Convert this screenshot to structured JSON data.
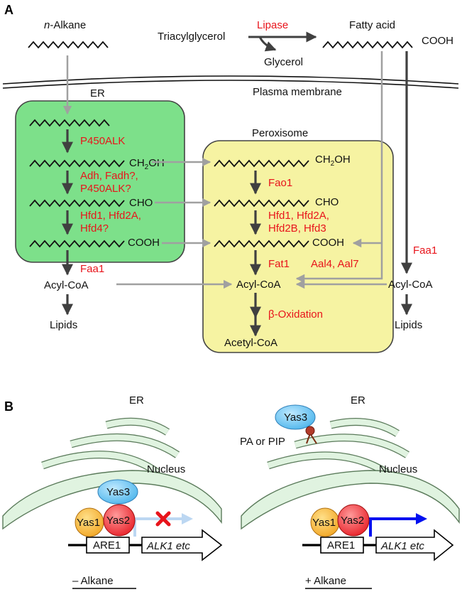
{
  "panel_a": {
    "letter": "A",
    "n_prefix": "n",
    "alkane": "-Alkane",
    "triacylglycerol": "Triacylglycerol",
    "lipase": "Lipase",
    "glycerol": "Glycerol",
    "fatty_acid": "Fatty acid",
    "cooh_top": "COOH",
    "plasma_membrane": "Plasma membrane",
    "er": "ER",
    "peroxisome": "Peroxisome",
    "ch2oh_ch": "CH",
    "ch2oh_sub": "2",
    "ch2oh_oh": "OH",
    "cho": "CHO",
    "cooh": "COOH",
    "p450alk": "P450ALK",
    "adh_line1": "Adh, Fadh?,",
    "adh_line2": "P450ALK?",
    "hfd_er_line1": "Hfd1, Hfd2A,",
    "hfd_er_line2": "Hfd4?",
    "faa1": "Faa1",
    "acyl_coa": "Acyl-CoA",
    "lipids": "Lipids",
    "fao1": "Fao1",
    "hfd_px_line1": "Hfd1, Hfd2A,",
    "hfd_px_line2": "Hfd2B, Hfd3",
    "fat1": "Fat1",
    "aal": "Aal4, Aal7",
    "beta_oxidation": "β-Oxidation",
    "acetyl_coa": "Acetyl-CoA"
  },
  "panel_b": {
    "letter": "B",
    "er": "ER",
    "nucleus": "Nucleus",
    "yas1": "Yas1",
    "yas2": "Yas2",
    "yas3": "Yas3",
    "are1": "ARE1",
    "alk1_gene": "ALK1 etc",
    "pa_pip": "PA or PIP",
    "minus_alkane": "– Alkane",
    "plus_alkane": "+ Alkane"
  },
  "colors": {
    "er_fill": "#7de08a",
    "peroxisome_fill": "#f6f3a2",
    "gray_arrow": "#a0a0a0",
    "dark_arrow": "#404040",
    "enzyme_red": "#e8141b",
    "membrane_green": "#e0f3e0",
    "yas1": "#f2a726",
    "yas2": "#e8222a",
    "yas3": "#4fb6ec",
    "transcription_on": "#0010f0",
    "transcription_off": "#bcd7f2"
  }
}
